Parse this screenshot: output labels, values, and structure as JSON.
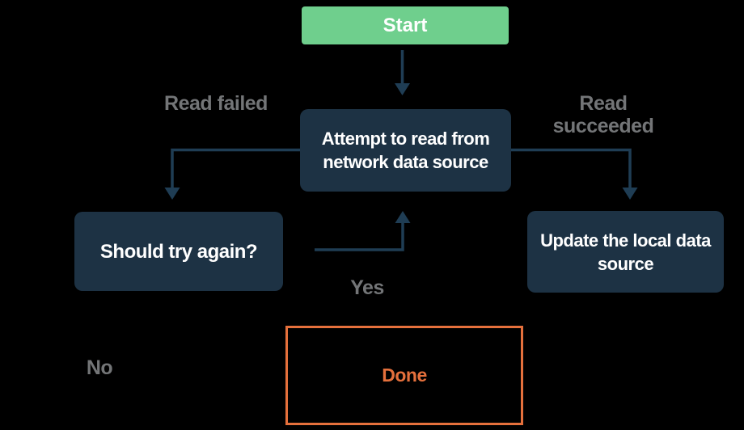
{
  "colors": {
    "background": "#000000",
    "node_fill": "#1d3244",
    "node_text": "#ffffff",
    "start_fill": "#6fcf8d",
    "connector": "#1f3d54",
    "label_text": "#737577",
    "done_border": "#e5703c",
    "done_text": "#e5703c"
  },
  "nodes": {
    "start": {
      "label": "Start"
    },
    "attempt": {
      "lines": [
        "Attempt to read from",
        "network data source"
      ]
    },
    "retry": {
      "label": "Should try again?"
    },
    "update": {
      "lines": [
        "Update the local data",
        "source"
      ]
    },
    "done": {
      "label": "Done"
    }
  },
  "edge_labels": {
    "read_failed": {
      "lines": [
        "Read",
        "failed"
      ]
    },
    "read_succeeded": {
      "lines": [
        "Read",
        "succeeded"
      ]
    },
    "yes": {
      "label": "Yes"
    },
    "no": {
      "label": "No"
    }
  }
}
